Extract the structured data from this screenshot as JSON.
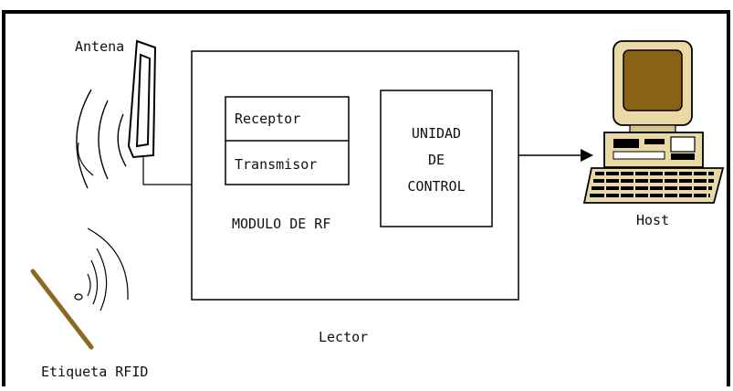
{
  "labels": {
    "antenna": "Antena",
    "receptor": "Receptor",
    "transmisor": "Transmisor",
    "control_unit": [
      "UNIDAD",
      "DE",
      "CONTROL"
    ],
    "rf_module": "MODULO DE RF",
    "host": "Host",
    "reader": "Lector",
    "tag": "Etiqueta RFID"
  },
  "colors": {
    "frame": "#000000",
    "tag": "#8a6a1e",
    "monitor_body": "#e9d9a6",
    "monitor_screen": "#8a6216"
  },
  "icons": [
    "antenna-icon",
    "rfid-tag-icon",
    "computer-icon"
  ]
}
